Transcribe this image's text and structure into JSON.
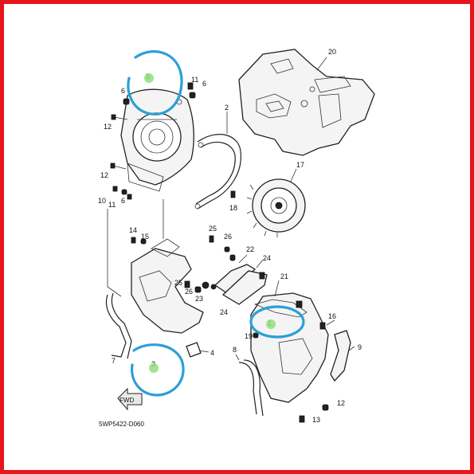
{
  "frame": {
    "border_color": "#e8141b"
  },
  "annotation": {
    "marker_color": "#2b9fd8",
    "dot_color": "#8fe07a"
  },
  "labels": {
    "n20": "20",
    "n2": "2",
    "n5": "5",
    "n11a": "11",
    "n6a": "6",
    "n6b": "6",
    "n12a": "12",
    "n12b": "12",
    "n10": "10",
    "n11b": "11",
    "n6c": "6",
    "n17": "17",
    "n18": "18",
    "n14": "14",
    "n15": "15",
    "n25a": "25",
    "n26a": "26",
    "n22": "22",
    "n24a": "24",
    "n21": "21",
    "n25b": "25",
    "n26b": "26",
    "n23": "23",
    "n24b": "24",
    "n16": "16",
    "n1": "1",
    "n19": "19",
    "n9": "9",
    "n7": "7",
    "n3": "3",
    "n4": "4",
    "n8": "8",
    "n12c": "12",
    "n13": "13",
    "fwd": "FWD",
    "code": "5WP5422-D060"
  }
}
